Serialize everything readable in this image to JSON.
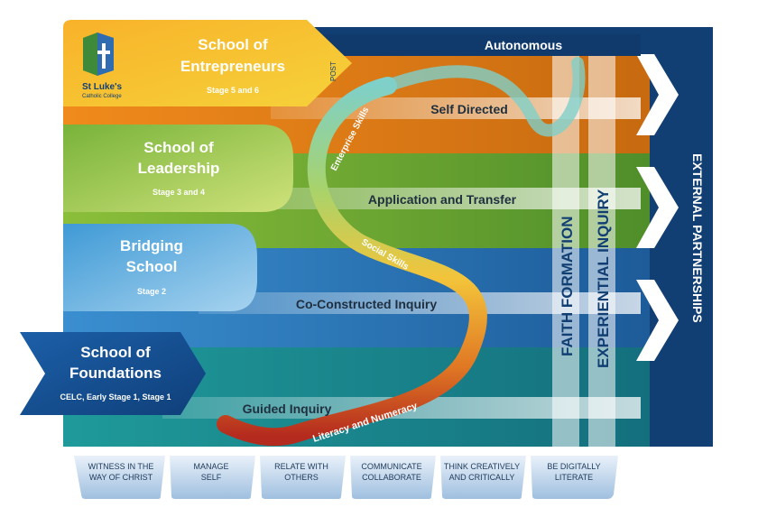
{
  "logo": {
    "name": "St Luke's",
    "sub": "Catholic College"
  },
  "schools": {
    "entrepreneurs": {
      "title_line1": "School of",
      "title_line2": "Entrepreneurs",
      "stage": "Stage 5 and 6",
      "post": "POST"
    },
    "leadership": {
      "title_line1": "School of",
      "title_line2": "Leadership",
      "stage": "Stage 3 and 4"
    },
    "bridging": {
      "title_line1": "Bridging",
      "title_line2": "School",
      "stage": "Stage 2"
    },
    "foundations": {
      "title_line1": "School of",
      "title_line2": "Foundations",
      "stage": "CELC, Early Stage 1, Stage 1"
    }
  },
  "levels": {
    "autonomous": "Autonomous",
    "self_directed": "Self Directed",
    "application": "Application and Transfer",
    "co_constructed": "Co-Constructed Inquiry",
    "guided": "Guided Inquiry"
  },
  "skills": {
    "enterprise": "Enterprise Skills",
    "social": "Social Skills",
    "literacy": "Literacy and Numeracy"
  },
  "verticals": {
    "faith": "FAITH FORMATION",
    "experiential": "EXPERIENTIAL INQUIRY",
    "external": "EXTERNAL PARTNERSHIPS"
  },
  "capabilities": [
    {
      "line1": "WITNESS IN THE",
      "line2": "WAY OF CHRIST"
    },
    {
      "line1": "MANAGE",
      "line2": "SELF"
    },
    {
      "line1": "RELATE WITH",
      "line2": "OTHERS"
    },
    {
      "line1": "COMMUNICATE",
      "line2": "COLLABORATE"
    },
    {
      "line1": "THINK CREATIVELY",
      "line2": "AND CRITICALLY"
    },
    {
      "line1": "BE DIGITALLY",
      "line2": "LITERATE"
    }
  ]
}
